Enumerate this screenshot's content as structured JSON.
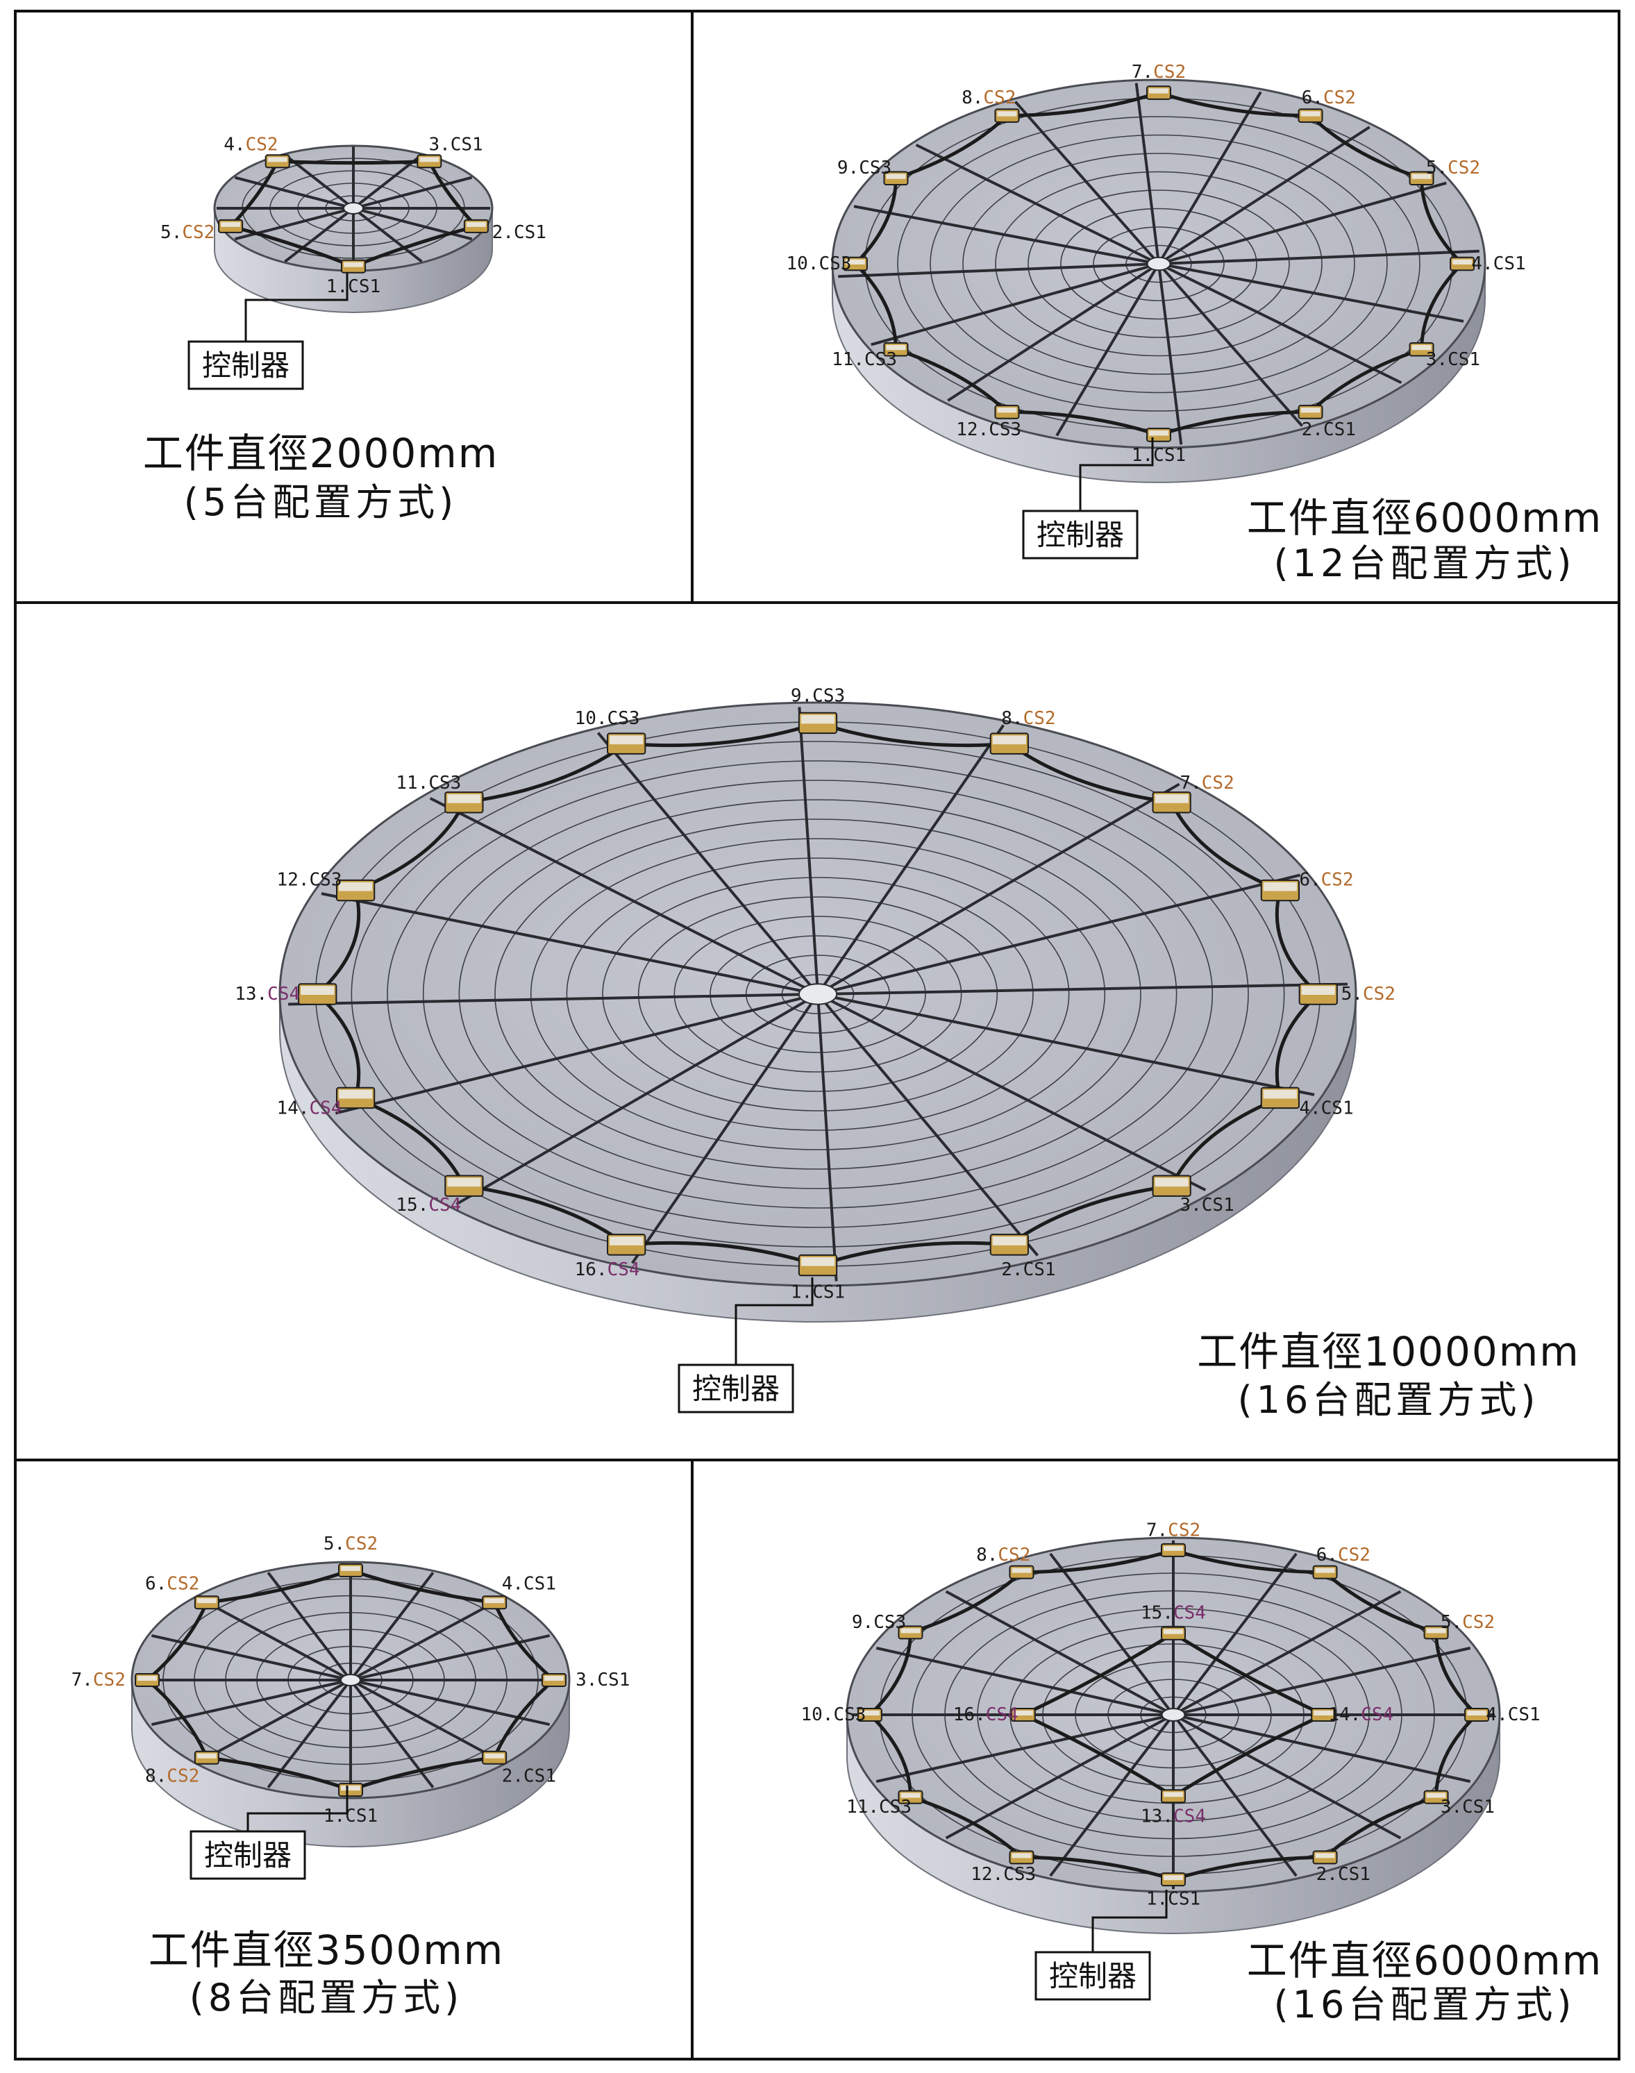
{
  "colors": {
    "table_top": "#b9bcc6",
    "table_side": "#a9acb5",
    "cs2_label": "#b36a2a",
    "cs4_label": "#7a2f6b",
    "cable": "#1b1b1b"
  },
  "controller_label": "控制器",
  "panels": [
    {
      "id": "p2000",
      "title": "工件直徑2000mm",
      "subtitle": "(5台配置方式)",
      "units": [
        {
          "n": "1",
          "type": "CS1"
        },
        {
          "n": "2",
          "type": "CS1"
        },
        {
          "n": "3",
          "type": "CS1"
        },
        {
          "n": "4",
          "type": "CS2"
        },
        {
          "n": "5",
          "type": "CS2"
        }
      ]
    },
    {
      "id": "p6000a",
      "title": "工件直徑6000mm",
      "subtitle": "(12台配置方式)",
      "units": [
        {
          "n": "1",
          "type": "CS1"
        },
        {
          "n": "2",
          "type": "CS1"
        },
        {
          "n": "3",
          "type": "CS1"
        },
        {
          "n": "4",
          "type": "CS1"
        },
        {
          "n": "5",
          "type": "CS2"
        },
        {
          "n": "6",
          "type": "CS2"
        },
        {
          "n": "7",
          "type": "CS2"
        },
        {
          "n": "8",
          "type": "CS2"
        },
        {
          "n": "9",
          "type": "CS3"
        },
        {
          "n": "10",
          "type": "CS3"
        },
        {
          "n": "11",
          "type": "CS3"
        },
        {
          "n": "12",
          "type": "CS3"
        }
      ]
    },
    {
      "id": "p10000",
      "title": "工件直徑10000mm",
      "subtitle": "(16台配置方式)",
      "units": [
        {
          "n": "1",
          "type": "CS1"
        },
        {
          "n": "2",
          "type": "CS1"
        },
        {
          "n": "3",
          "type": "CS1"
        },
        {
          "n": "4",
          "type": "CS1"
        },
        {
          "n": "5",
          "type": "CS2"
        },
        {
          "n": "6",
          "type": "CS2"
        },
        {
          "n": "7",
          "type": "CS2"
        },
        {
          "n": "8",
          "type": "CS2"
        },
        {
          "n": "9",
          "type": "CS3"
        },
        {
          "n": "10",
          "type": "CS3"
        },
        {
          "n": "11",
          "type": "CS3"
        },
        {
          "n": "12",
          "type": "CS3"
        },
        {
          "n": "13",
          "type": "CS4"
        },
        {
          "n": "14",
          "type": "CS4"
        },
        {
          "n": "15",
          "type": "CS4"
        },
        {
          "n": "16",
          "type": "CS4"
        }
      ]
    },
    {
      "id": "p3500",
      "title": "工件直徑3500mm",
      "subtitle": "(8台配置方式)",
      "units": [
        {
          "n": "1",
          "type": "CS1"
        },
        {
          "n": "2",
          "type": "CS1"
        },
        {
          "n": "3",
          "type": "CS1"
        },
        {
          "n": "4",
          "type": "CS1"
        },
        {
          "n": "5",
          "type": "CS2"
        },
        {
          "n": "6",
          "type": "CS2"
        },
        {
          "n": "7",
          "type": "CS2"
        },
        {
          "n": "8",
          "type": "CS2"
        }
      ]
    },
    {
      "id": "p6000b",
      "title": "工件直徑6000mm",
      "subtitle": "(16台配置方式)",
      "units": [
        {
          "n": "1",
          "type": "CS1"
        },
        {
          "n": "2",
          "type": "CS1"
        },
        {
          "n": "3",
          "type": "CS1"
        },
        {
          "n": "4",
          "type": "CS1"
        },
        {
          "n": "5",
          "type": "CS2"
        },
        {
          "n": "6",
          "type": "CS2"
        },
        {
          "n": "7",
          "type": "CS2"
        },
        {
          "n": "8",
          "type": "CS2"
        },
        {
          "n": "9",
          "type": "CS3"
        },
        {
          "n": "10",
          "type": "CS3"
        },
        {
          "n": "11",
          "type": "CS3"
        },
        {
          "n": "12",
          "type": "CS3"
        },
        {
          "n": "13",
          "type": "CS4"
        },
        {
          "n": "14",
          "type": "CS4"
        },
        {
          "n": "15",
          "type": "CS4"
        },
        {
          "n": "16",
          "type": "CS4"
        }
      ]
    }
  ]
}
